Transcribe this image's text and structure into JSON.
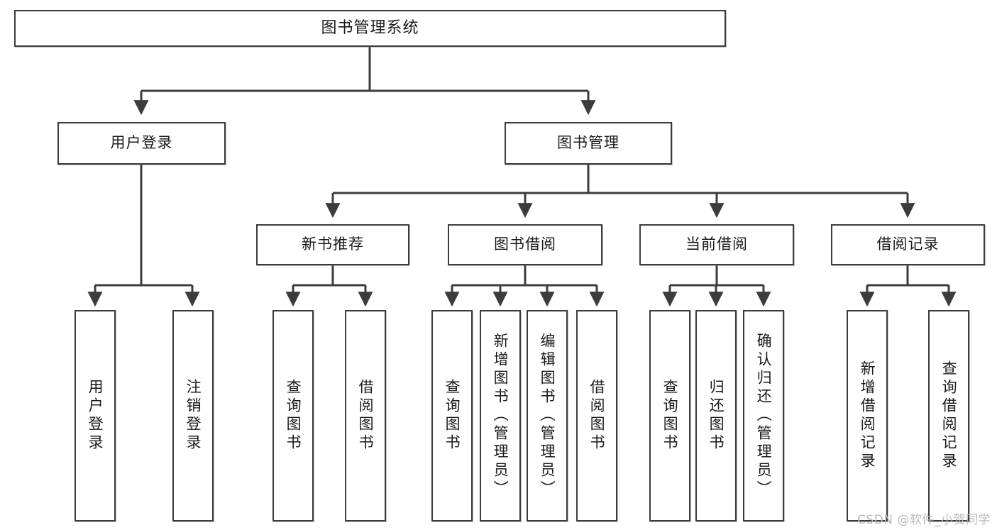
{
  "diagram": {
    "type": "tree-hierarchy",
    "title": "图书管理系统",
    "watermark": "CSDN @软件_小贺同学",
    "colors": {
      "box_border": "#3c3c3c",
      "box_fill": "#ffffff",
      "connector": "#3c3c3c",
      "text": "#1a1a1a",
      "watermark": "#b9b9b9"
    },
    "nodes": {
      "root": {
        "label": "图书管理系统",
        "level": 1
      },
      "level2": [
        {
          "id": "user-login",
          "label": "用户登录"
        },
        {
          "id": "book-manage",
          "label": "图书管理"
        }
      ],
      "level3": [
        {
          "id": "new-book-rec",
          "label": "新书推荐"
        },
        {
          "id": "book-borrow",
          "label": "图书借阅"
        },
        {
          "id": "current-borrow",
          "label": "当前借阅"
        },
        {
          "id": "borrow-record",
          "label": "借阅记录"
        }
      ],
      "leaves": {
        "user-login": [
          {
            "id": "leaf-user-login",
            "label": "用户登录"
          },
          {
            "id": "leaf-logout",
            "label": "注销登录"
          }
        ],
        "new-book-rec": [
          {
            "id": "leaf-query-book-1",
            "label": "查询图书"
          },
          {
            "id": "leaf-borrow-book-1",
            "label": "借阅图书"
          }
        ],
        "book-borrow": [
          {
            "id": "leaf-query-book-2",
            "label": "查询图书"
          },
          {
            "id": "leaf-add-book",
            "label": "新增图书（管理员）"
          },
          {
            "id": "leaf-edit-book",
            "label": "编辑图书（管理员）"
          },
          {
            "id": "leaf-borrow-book-2",
            "label": "借阅图书"
          }
        ],
        "current-borrow": [
          {
            "id": "leaf-query-book-3",
            "label": "查询图书"
          },
          {
            "id": "leaf-return-book",
            "label": "归还图书"
          },
          {
            "id": "leaf-confirm-return",
            "label": "确认归还（管理员）"
          }
        ],
        "borrow-record": [
          {
            "id": "leaf-add-record",
            "label": "新增借阅记录"
          },
          {
            "id": "leaf-query-record",
            "label": "查询借阅记录"
          }
        ]
      }
    }
  }
}
